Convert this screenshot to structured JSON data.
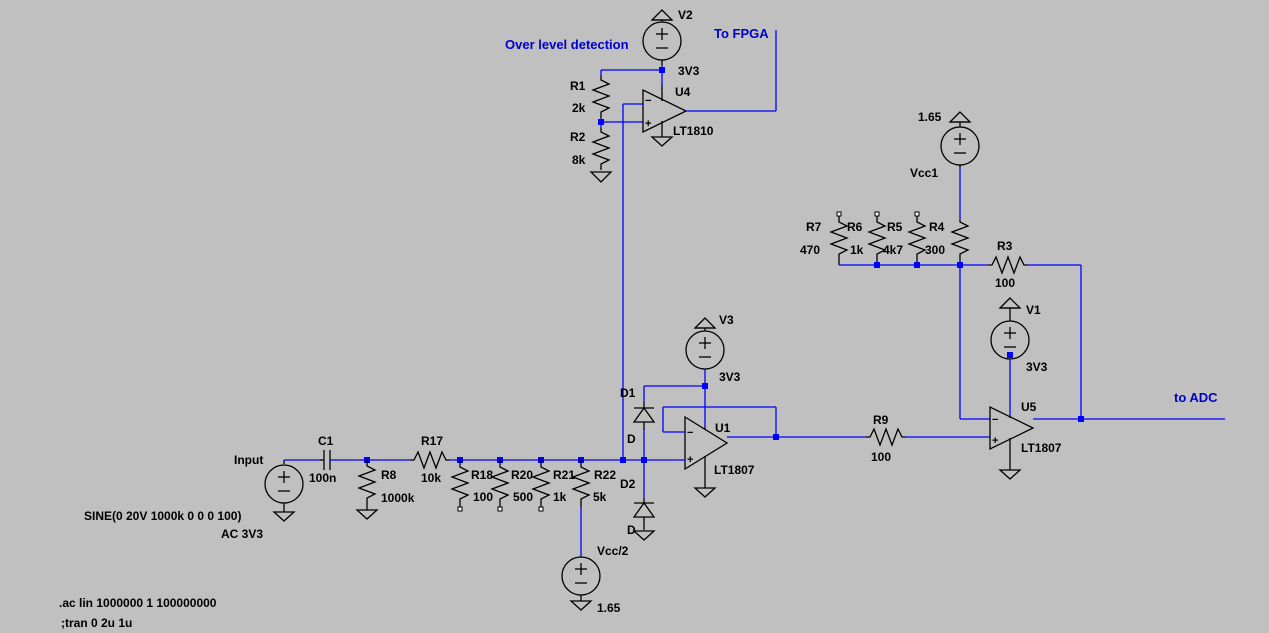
{
  "labels": {
    "over_level": "Over level detection",
    "to_fpga": "To FPGA",
    "to_adc": "to ADC"
  },
  "sources": {
    "v2": {
      "name": "V2",
      "value": "3V3"
    },
    "v3": {
      "name": "V3",
      "value": "3V3"
    },
    "v1": {
      "name": "V1",
      "value": "3V3"
    },
    "vcc1": {
      "name": "Vcc1",
      "value": "1.65"
    },
    "vcc2": {
      "name": "Vcc/2",
      "value": "1.65"
    },
    "input": {
      "name": "Input",
      "value1": "SINE(0 20V 1000k 0 0 0 100)",
      "value2": "AC 3V3"
    }
  },
  "opamps": {
    "u4": {
      "name": "U4",
      "model": "LT1810"
    },
    "u1": {
      "name": "U1",
      "model": "LT1807"
    },
    "u5": {
      "name": "U5",
      "model": "LT1807"
    }
  },
  "resistors": {
    "r1": {
      "name": "R1",
      "value": "2k"
    },
    "r2": {
      "name": "R2",
      "value": "8k"
    },
    "r7": {
      "name": "R7",
      "value": "470"
    },
    "r6": {
      "name": "R6",
      "value": "1k"
    },
    "r5": {
      "name": "R5",
      "value": "4k7"
    },
    "r4": {
      "name": "R4",
      "value": "300"
    },
    "r3": {
      "name": "R3",
      "value": "100"
    },
    "r8": {
      "name": "R8",
      "value": "1000k"
    },
    "r17": {
      "name": "R17",
      "value": "10k"
    },
    "r18": {
      "name": "R18",
      "value": "100"
    },
    "r20": {
      "name": "R20",
      "value": "500"
    },
    "r21": {
      "name": "R21",
      "value": "1k"
    },
    "r22": {
      "name": "R22",
      "value": "5k"
    },
    "r9": {
      "name": "R9",
      "value": "100"
    }
  },
  "capacitors": {
    "c1": {
      "name": "C1",
      "value": "100n"
    }
  },
  "diodes": {
    "d1": {
      "name": "D1",
      "value": "D"
    },
    "d2": {
      "name": "D2",
      "value": "D"
    }
  },
  "directives": {
    "ac": ".ac lin 1000000 1 100000000",
    "tran": ";tran 0 2u 1u"
  }
}
